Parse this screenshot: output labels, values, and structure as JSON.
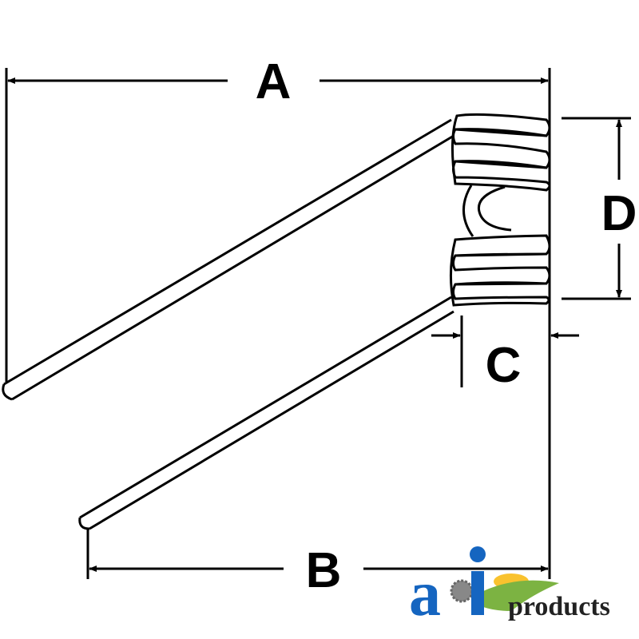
{
  "diagram": {
    "title": "Spring tine dimensions",
    "labels": {
      "a": "A",
      "b": "B",
      "c": "C",
      "d": "D"
    }
  },
  "logo": {
    "brand_letters": "a i",
    "brand_word": "products",
    "colors": {
      "blue": "#1565c0",
      "green": "#7cb342",
      "sun": "#f9c22e",
      "gear": "#888888"
    }
  }
}
